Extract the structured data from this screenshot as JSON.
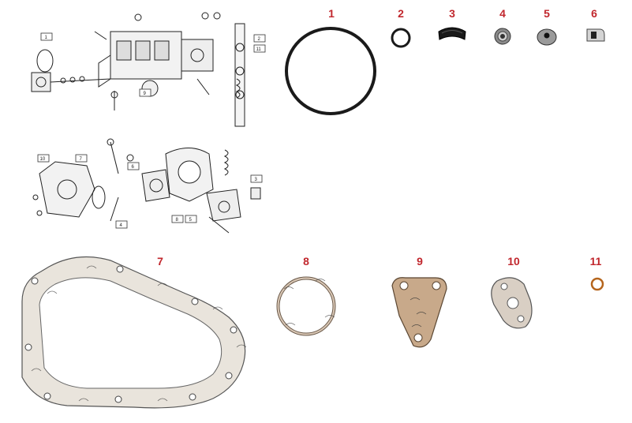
{
  "parts": [
    {
      "label": "1",
      "icon": "o-ring-large-icon"
    },
    {
      "label": "2",
      "icon": "o-ring-small-icon"
    },
    {
      "label": "3",
      "icon": "rubber-seal-segment-icon"
    },
    {
      "label": "4",
      "icon": "bushing-icon"
    },
    {
      "label": "5",
      "icon": "washer-icon"
    },
    {
      "label": "6",
      "icon": "clip-icon"
    },
    {
      "label": "7",
      "icon": "timing-cover-gasket-icon"
    },
    {
      "label": "8",
      "icon": "round-paper-gasket-icon"
    },
    {
      "label": "9",
      "icon": "triangular-flange-gasket-icon"
    },
    {
      "label": "10",
      "icon": "oval-flange-gasket-icon"
    },
    {
      "label": "11",
      "icon": "copper-washer-icon"
    }
  ],
  "diagram_tags": [
    "1",
    "2",
    "11",
    "9",
    "10",
    "7",
    "6",
    "3",
    "4",
    "8",
    "5"
  ],
  "colors": {
    "label": "#c1272d",
    "rubber": "#1a1a1a",
    "paper": "#e9e4dc",
    "copper": "#b5651d"
  }
}
